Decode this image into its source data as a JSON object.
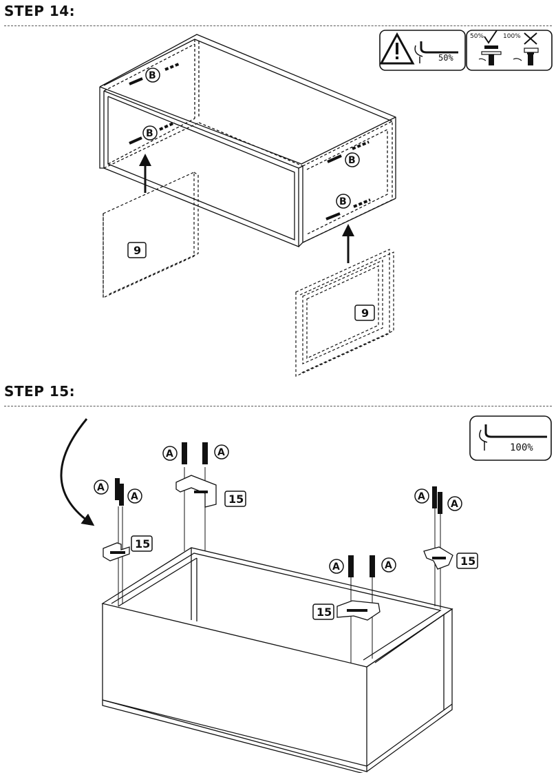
{
  "steps": [
    {
      "title": "STEP 14:"
    },
    {
      "title": "STEP 15:"
    }
  ],
  "step14": {
    "warning_icon": "warning-triangle-icon",
    "allen_key_icon": "allen-key-rotate-icon",
    "tighten_percent": "50%",
    "tighten_ok_label": "50%",
    "tighten_bad_label": "100%",
    "screw_label": "B",
    "panel_label": "9"
  },
  "step15": {
    "allen_key_icon": "allen-key-rotate-icon",
    "tighten_percent": "100%",
    "screw_label": "A",
    "bracket_label": "15"
  }
}
